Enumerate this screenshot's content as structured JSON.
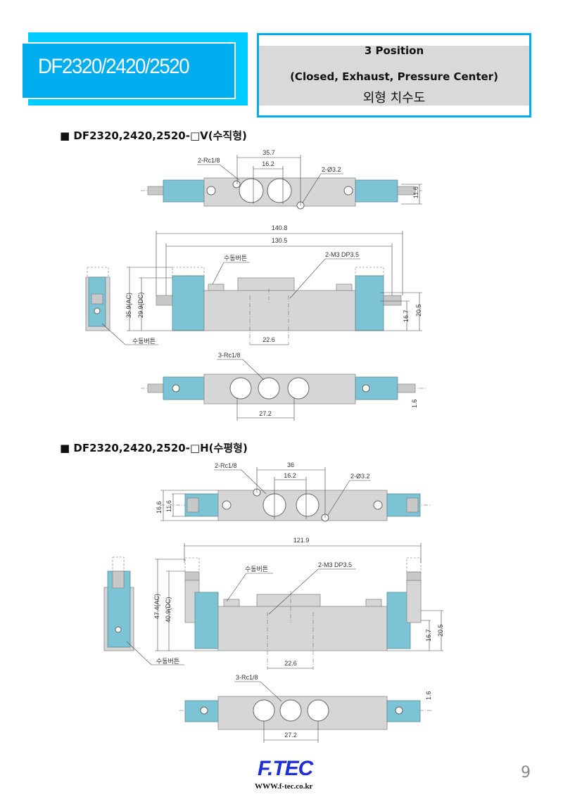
{
  "header": {
    "model_title": "DF2320/2420/2520",
    "spec_line1": "3 Position",
    "spec_line2": "(Closed, Exhaust, Pressure Center)",
    "spec_line3": "외형 치수도"
  },
  "sections": [
    {
      "heading": "■ DF2320,2420,2520-□V(수직형)",
      "top_view": {
        "port_label": "2-Rc1/8",
        "hole_label": "2-Ø3.2",
        "dim_outer": "35.7",
        "dim_inner": "16.2",
        "dim_height": "11.6"
      },
      "front_view": {
        "dim_total": "140.8",
        "dim_body": "130.5",
        "dim_ac": "35.9(AC)",
        "dim_dc": "29.9(DC)",
        "dim_h1": "16.7",
        "dim_h2": "20.5",
        "dim_mount": "22.6",
        "manual_label": "수동버튼",
        "thread_label": "2-M3 DP3.5",
        "side_manual_label": "수동버튼"
      },
      "bottom_view": {
        "port_label": "3-Rc1/8",
        "dim_pitch": "27.2",
        "dim_offset": "1.6"
      }
    },
    {
      "heading": "■ DF2320,2420,2520-□H(수평형)",
      "top_view": {
        "port_label": "2-Rc1/8",
        "hole_label": "2-Ø3.2",
        "dim_outer": "36",
        "dim_inner": "16.2",
        "dim_height": "11.6",
        "dim_height2": "16.6"
      },
      "front_view": {
        "dim_total": "121.9",
        "dim_ac": "47.4(AC)",
        "dim_dc": "40.9(DC)",
        "dim_h1": "16.7",
        "dim_h2": "20.5",
        "dim_mount": "22.6",
        "manual_label": "수동버튼",
        "thread_label": "2-M3 DP3.5",
        "side_manual_label": "수동버튼"
      },
      "bottom_view": {
        "port_label": "3-Rc1/8",
        "dim_pitch": "27.2",
        "dim_offset": "1.6"
      }
    }
  ],
  "footer": {
    "logo": "F.TEC",
    "url": "WWW.f-tec.co.kr",
    "page_number": "9"
  },
  "colors": {
    "accent": "#00adef",
    "accent_light": "#00ccff",
    "band": "#d9d9d9",
    "coil": "#7cc3d6",
    "logo": "#1f2fd6"
  }
}
